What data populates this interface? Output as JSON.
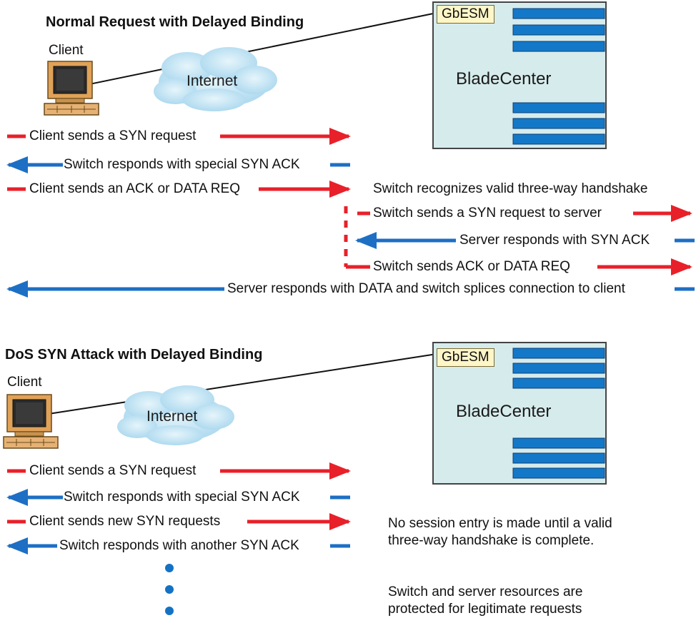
{
  "top": {
    "title": "Normal Request with Delayed Binding",
    "client_label": "Client",
    "internet_label": "Internet",
    "switch_label": "GbESM",
    "chassis_label": "BladeCenter",
    "steps": [
      {
        "text": "Client sends a SYN request",
        "dir": "right",
        "color": "red"
      },
      {
        "text": "Switch responds with special SYN ACK",
        "dir": "left",
        "color": "blue"
      },
      {
        "text": "Client sends an ACK or DATA REQ",
        "dir": "right",
        "color": "red"
      },
      {
        "text": "Switch recognizes valid three-way handshake",
        "dir": "none",
        "color": "none"
      },
      {
        "text": "Switch sends a SYN request to server",
        "dir": "right",
        "color": "red"
      },
      {
        "text": "Server responds with SYN ACK",
        "dir": "left",
        "color": "blue"
      },
      {
        "text": "Switch sends ACK or DATA REQ",
        "dir": "right",
        "color": "red"
      },
      {
        "text": "Server responds with DATA and switch splices connection to client",
        "dir": "left",
        "color": "blue"
      }
    ]
  },
  "bottom": {
    "title": "DoS SYN Attack with Delayed Binding",
    "client_label": "Client",
    "internet_label": "Internet",
    "switch_label": "GbESM",
    "chassis_label": "BladeCenter",
    "steps": [
      {
        "text": "Client sends a SYN request",
        "dir": "right",
        "color": "red"
      },
      {
        "text": "Switch responds with special SYN ACK",
        "dir": "left",
        "color": "blue"
      },
      {
        "text": "Client sends new SYN requests",
        "dir": "right",
        "color": "red"
      },
      {
        "text": "Switch responds with another SYN ACK",
        "dir": "left",
        "color": "blue"
      }
    ],
    "notes": [
      "No session entry is made until a valid three-way handshake is complete.",
      "Switch and server resources are protected for legitimate requests"
    ]
  },
  "colors": {
    "request_arrow": "#e8202a",
    "response_arrow": "#1d6fc4",
    "blade": "#1478c8",
    "switch_box": "#fff6c8",
    "cloud": "#a9d7ee"
  }
}
